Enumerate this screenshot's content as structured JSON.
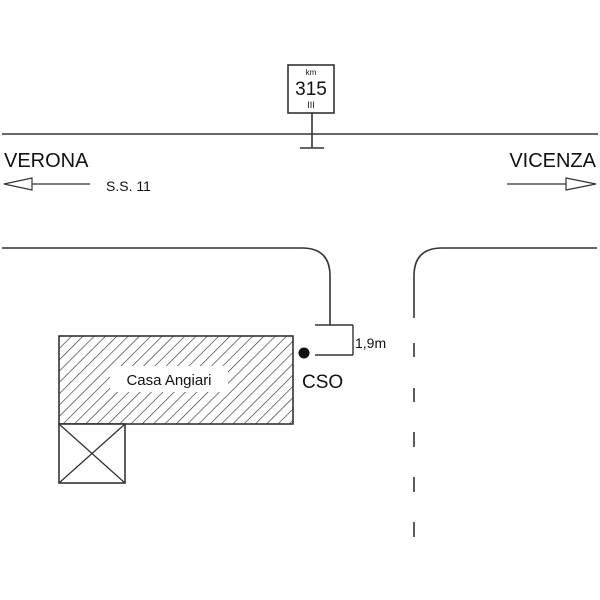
{
  "diagram": {
    "title": "Road site plan",
    "sign": {
      "unit": "km",
      "value": "315",
      "sub": "III"
    },
    "directions": {
      "left_city": "VERONA",
      "right_city": "VICENZA",
      "road_name": "S.S. 11"
    },
    "building": {
      "label": "Casa Angiari"
    },
    "point": {
      "label": "CSO"
    },
    "dimension": {
      "label": "1,9m"
    },
    "colors": {
      "line": "#333333",
      "text": "#111111",
      "background": "#ffffff"
    }
  }
}
